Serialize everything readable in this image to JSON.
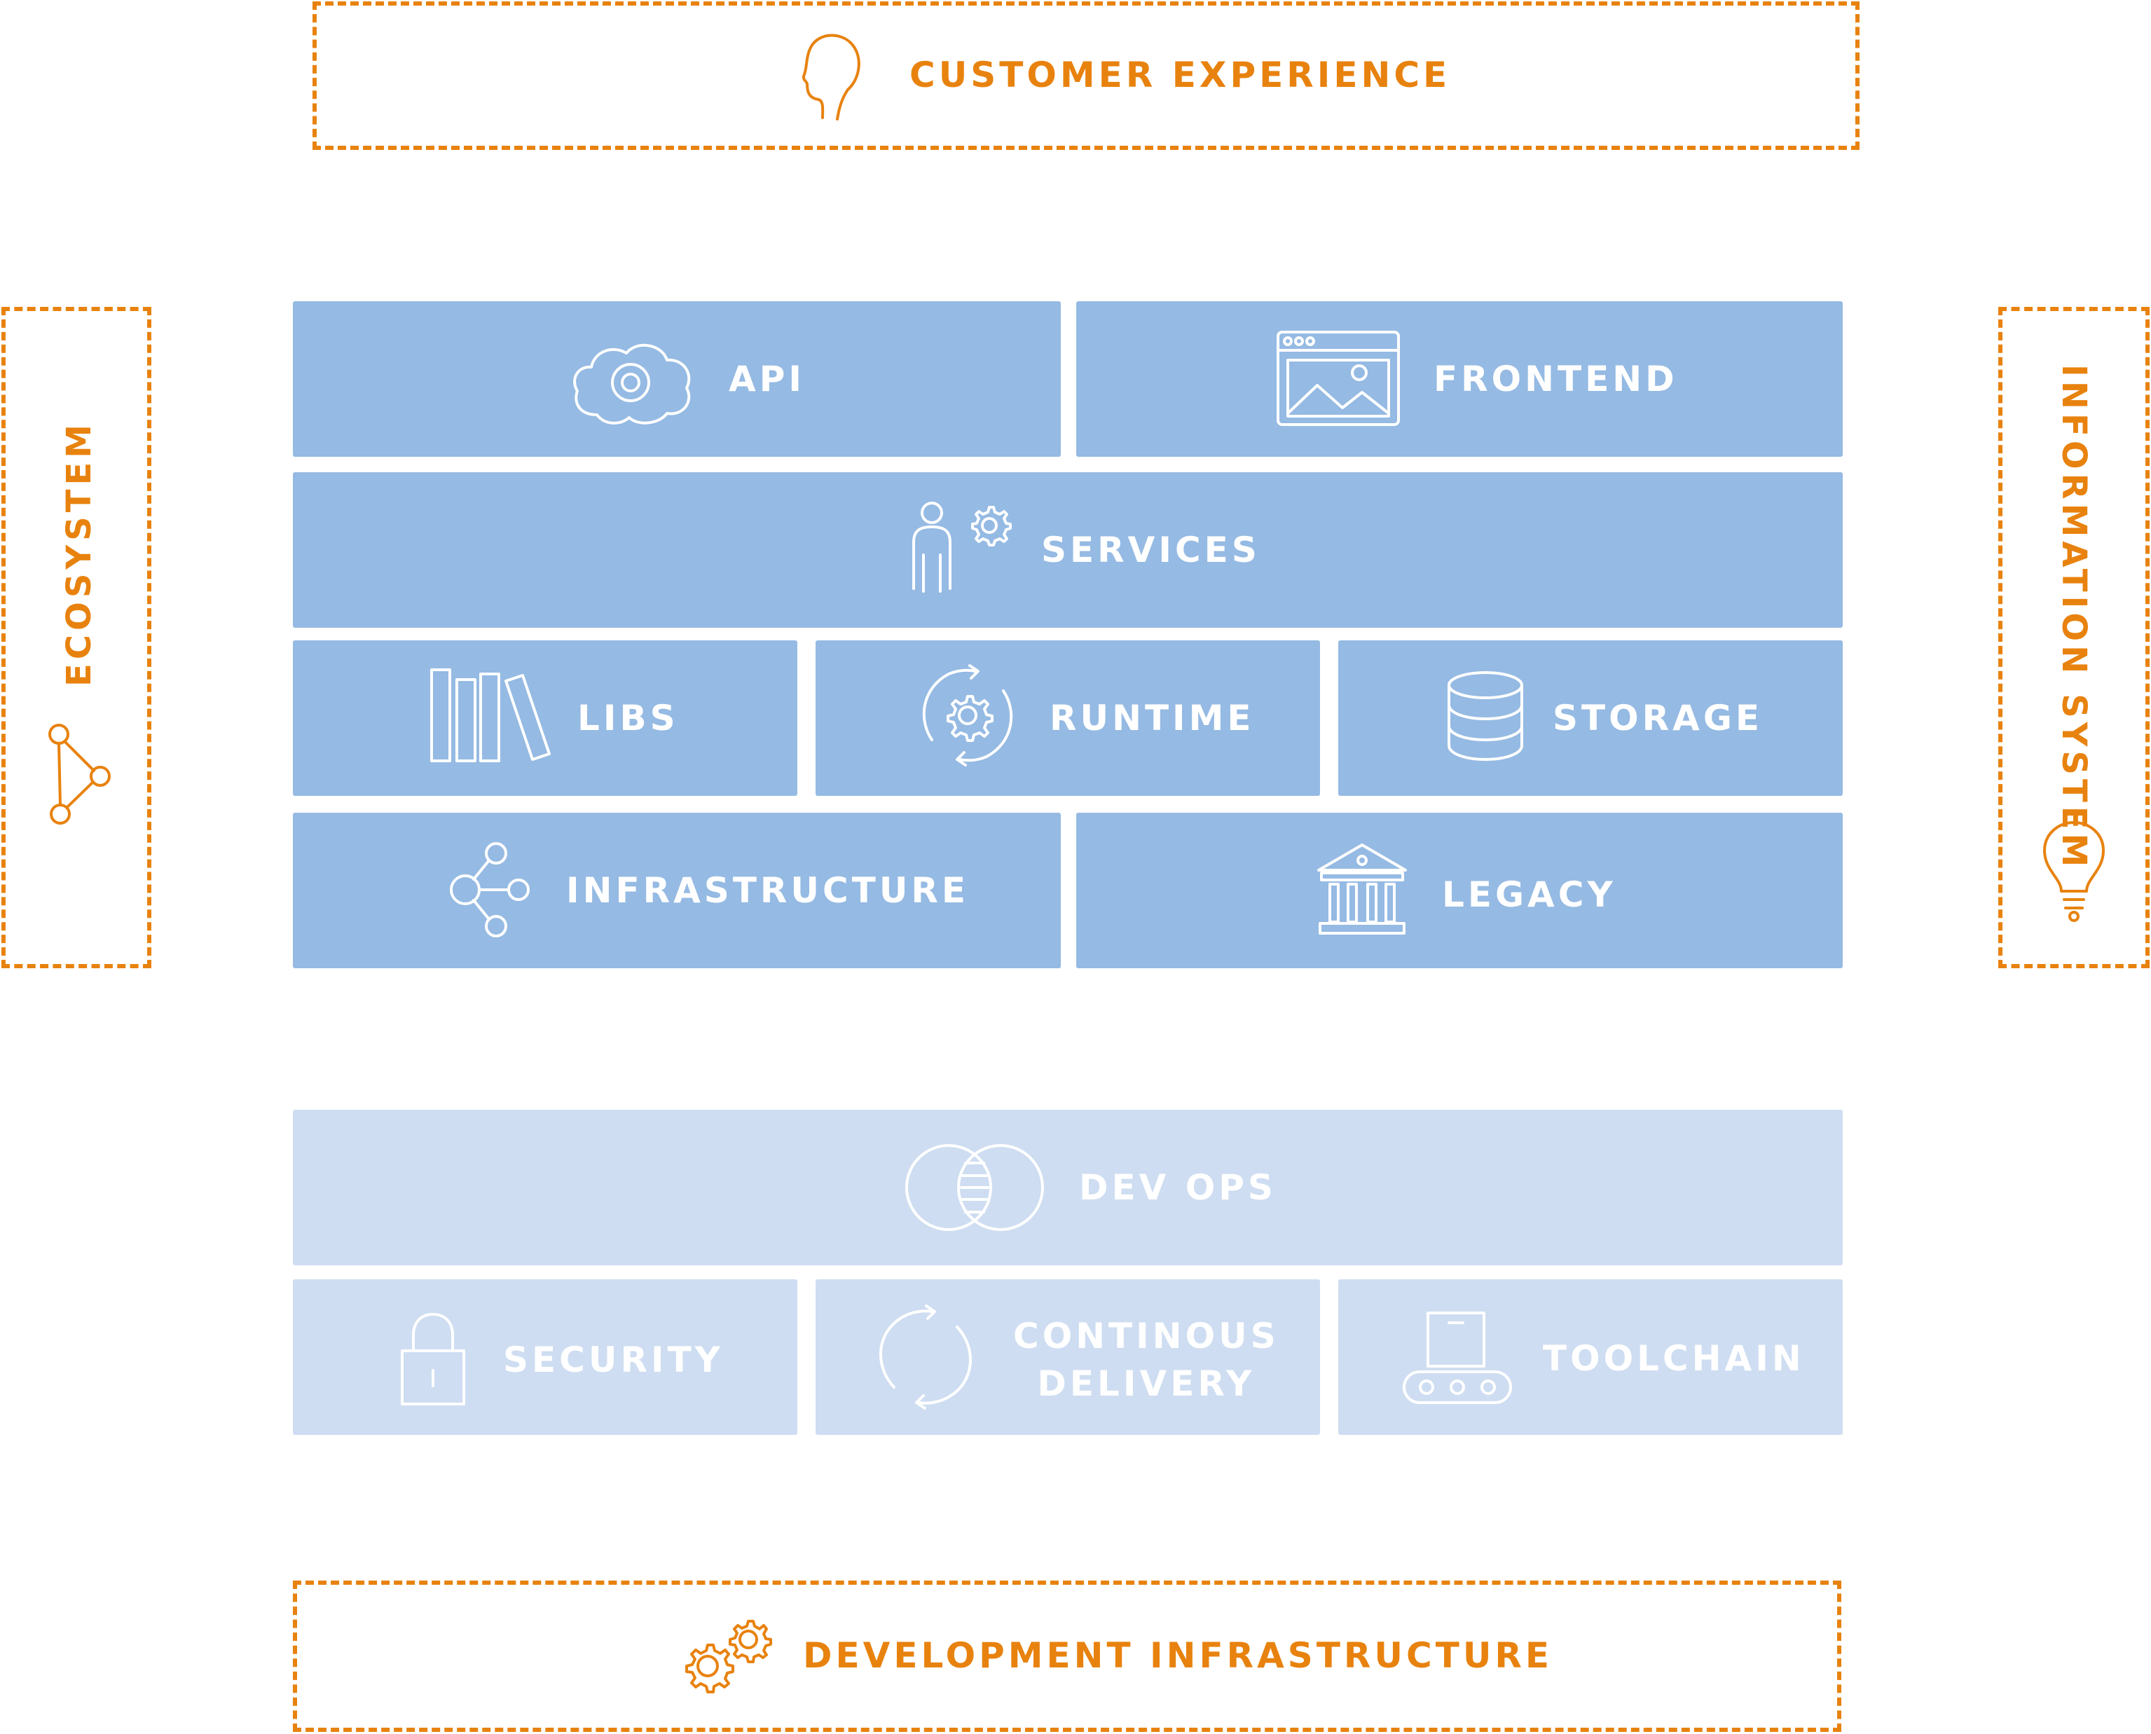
{
  "colors": {
    "accent": "#E8820E",
    "block": "#95BAE3",
    "block_light": "#CEDDF1",
    "text_on_block": "#FFFFFF"
  },
  "frames": {
    "customer_experience": {
      "label": "CUSTOMER EXPERIENCE",
      "icon": "head-icon"
    },
    "ecosystem": {
      "label": "ECOSYSTEM",
      "icon": "network-triangle-icon"
    },
    "information_system": {
      "label": "INFORMATION SYSTEM",
      "icon": "lightbulb-icon"
    },
    "development_infrastructure": {
      "label": "DEVELOPMENT INFRASTRUCTURE",
      "icon": "gears-icon"
    }
  },
  "blocks": {
    "api": {
      "label": "API",
      "icon": "cloud-gear-icon"
    },
    "frontend": {
      "label": "FRONTEND",
      "icon": "browser-image-icon"
    },
    "services": {
      "label": "SERVICES",
      "icon": "person-gear-icon"
    },
    "libs": {
      "label": "LIBS",
      "icon": "books-icon"
    },
    "runtime": {
      "label": "RUNTIME",
      "icon": "gear-cycle-icon"
    },
    "storage": {
      "label": "STORAGE",
      "icon": "database-icon"
    },
    "infrastructure": {
      "label": "INFRASTRUCTURE",
      "icon": "node-graph-icon"
    },
    "legacy": {
      "label": "LEGACY",
      "icon": "classical-building-icon"
    },
    "devops": {
      "label": "DEV OPS",
      "icon": "venn-overlap-icon"
    },
    "security": {
      "label": "SECURITY",
      "icon": "padlock-icon"
    },
    "continuous_delivery": {
      "label_line1": "CONTINOUS",
      "label_line2": "DELIVERY",
      "icon": "cycle-arrows-icon"
    },
    "toolchain": {
      "label": "TOOLCHAIN",
      "icon": "conveyor-icon"
    }
  }
}
